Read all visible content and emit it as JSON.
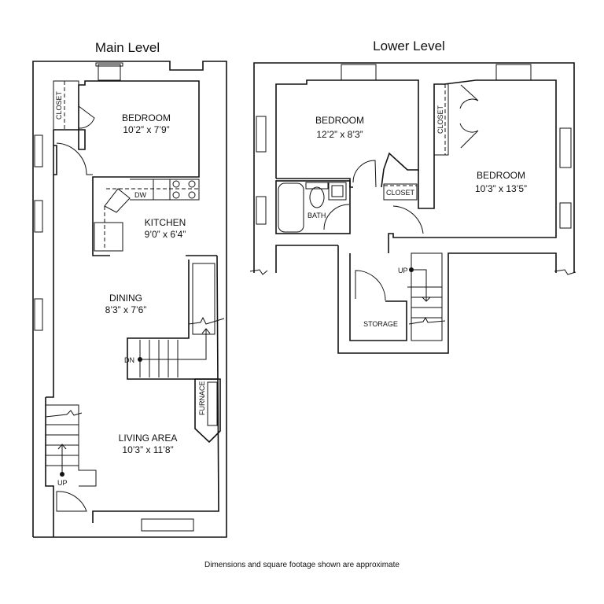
{
  "main_level": {
    "title": "Main Level",
    "bedroom": {
      "name": "BEDROOM",
      "dims": "10’2” x 7’9”"
    },
    "closet": "CLOSET",
    "kitchen": {
      "name": "KITCHEN",
      "dims": "9’0” x 6’4”"
    },
    "dishwasher": "DW",
    "dining": {
      "name": "DINING",
      "dims": "8’3” x 7’6”"
    },
    "living": {
      "name": "LIVING AREA",
      "dims": "10’3” x 11’8”"
    },
    "furnace": "FURNACE",
    "stairs_down": "DN",
    "stairs_up": "UP"
  },
  "lower_level": {
    "title": "Lower Level",
    "bedroom1": {
      "name": "BEDROOM",
      "dims": "12’2” x 8’3”"
    },
    "bedroom2": {
      "name": "BEDROOM",
      "dims": "10’3” x 13’5”"
    },
    "closet1": "CLOSET",
    "closet2": "CLOSET",
    "bath": "BATH",
    "storage": "STORAGE",
    "stairs_up": "UP"
  },
  "footer": "Dimensions and square footage shown are approximate"
}
